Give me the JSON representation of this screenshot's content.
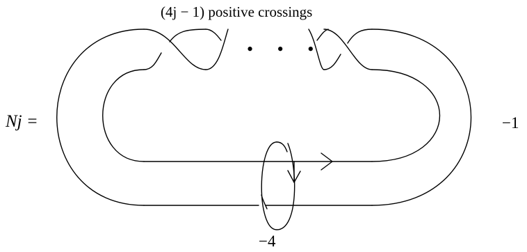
{
  "labels": {
    "top": "(4j − 1) positive crossings",
    "knot": "Nj =",
    "right_framing": "−1",
    "bottom_framing": "−4"
  },
  "dots": "• • •",
  "colors": {
    "stroke": "#000000",
    "background": "#ffffff"
  }
}
